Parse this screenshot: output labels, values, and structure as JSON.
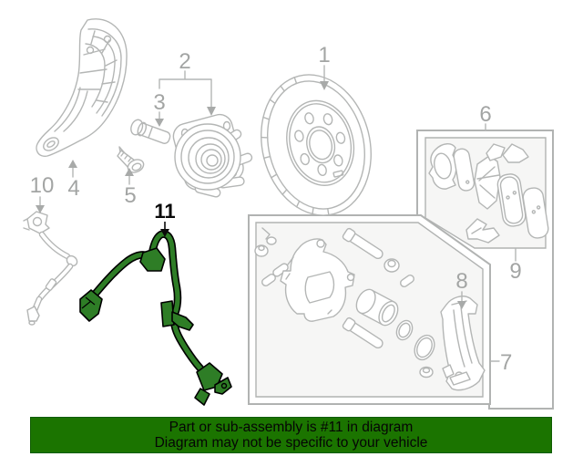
{
  "diagram": {
    "kind": "exploded-parts-diagram",
    "highlighted_callout": "11",
    "callouts": [
      "1",
      "2",
      "3",
      "4",
      "5",
      "6",
      "7",
      "8",
      "9",
      "10",
      "11"
    ]
  },
  "banner": {
    "line1": "Part or sub-assembly is #11 in diagram",
    "line2": "Diagram may not be specific to your vehicle"
  },
  "colors": {
    "line_art": "#b4b6b5",
    "callout_label": "#a3a5a4",
    "highlight_fill": "#2e7d26",
    "highlight_outline": "#000000",
    "banner_background": "#1b7400",
    "banner_text": "#050505",
    "box_fill": "#f6f6f5",
    "page_background": "#ffffff"
  }
}
